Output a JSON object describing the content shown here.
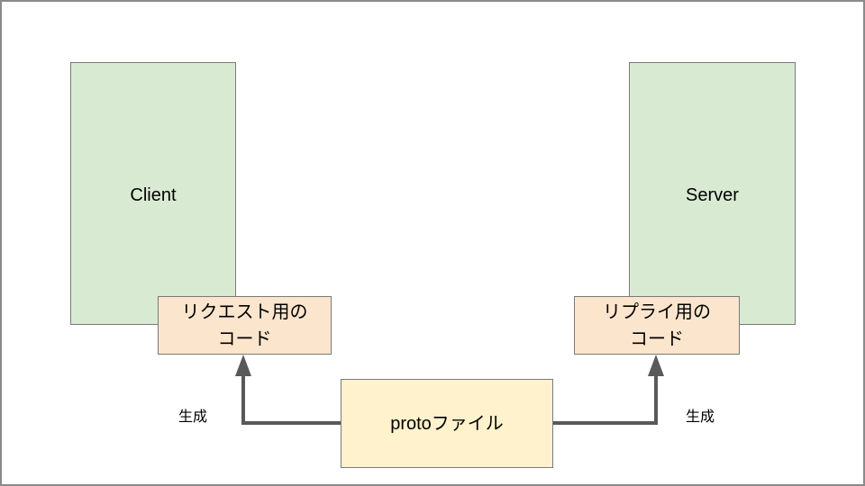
{
  "nodes": {
    "client": {
      "label": "Client"
    },
    "server": {
      "label": "Server"
    },
    "request_code": {
      "line1": "リクエスト用の",
      "line2": "コード"
    },
    "reply_code": {
      "line1": "リプライ用の",
      "line2": "コード"
    },
    "proto_file": {
      "label": "protoファイル"
    }
  },
  "edges": [
    {
      "from": "proto_file",
      "to": "request_code",
      "label": "生成"
    },
    {
      "from": "proto_file",
      "to": "reply_code",
      "label": "生成"
    }
  ],
  "colors": {
    "endpoint_fill": "#d9ead3",
    "code_fill": "#fce5cd",
    "proto_fill": "#fff2cc",
    "arrow": "#595959"
  }
}
